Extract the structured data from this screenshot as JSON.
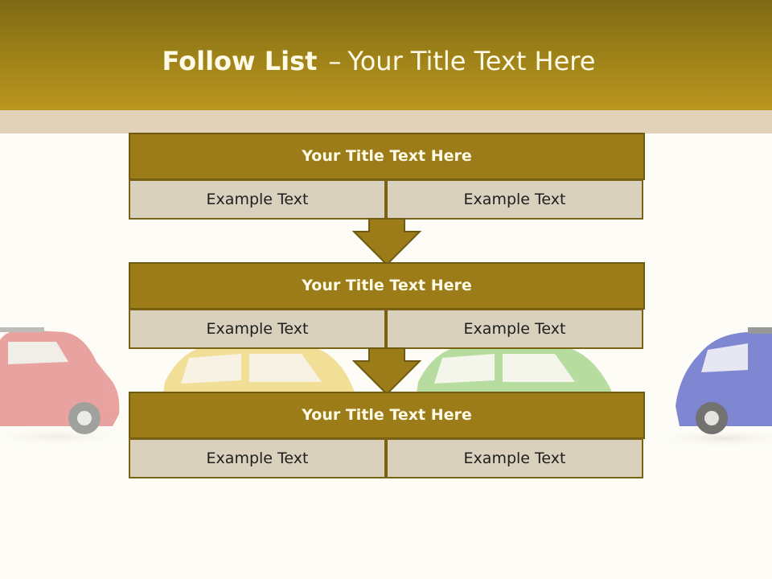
{
  "slide": {
    "title_bold": "Follow List",
    "title_dash": "–",
    "title_rest": "Your Title Text Here"
  },
  "steps": [
    {
      "title": "Your Title Text Here",
      "left": "Example Text",
      "right": "Example Text"
    },
    {
      "title": "Your Title Text Here",
      "left": "Example Text",
      "right": "Example Text"
    },
    {
      "title": "Your Title Text Here",
      "left": "Example Text",
      "right": "Example Text"
    }
  ],
  "cars": [
    "red",
    "yellow",
    "green",
    "blue"
  ],
  "colors": {
    "header_dark": "#7f6915",
    "header_light": "#bb961f",
    "box_title": "#9c7c19",
    "cell": "#d9d0bd",
    "background": "#fdfcf6"
  }
}
